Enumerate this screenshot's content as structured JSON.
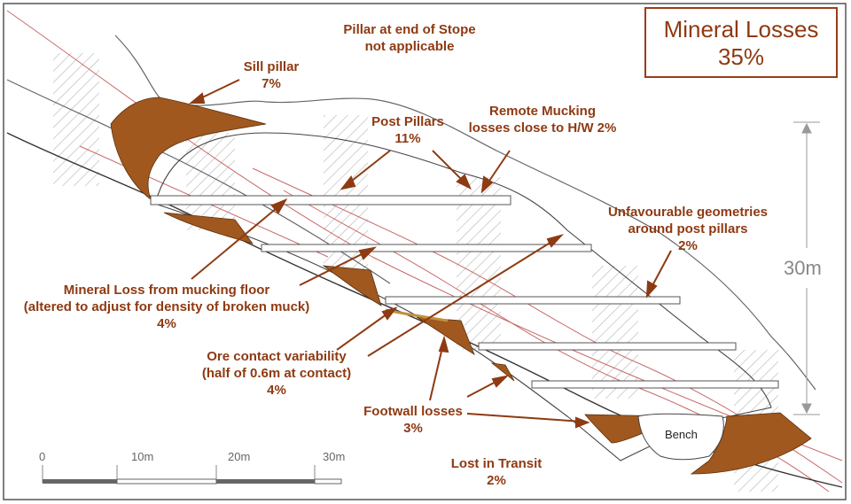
{
  "title": {
    "line1": "Mineral Losses",
    "line2": "35%"
  },
  "labels": {
    "pillar_end": {
      "line1": "Pillar at end of Stope",
      "line2": "not applicable"
    },
    "sill_pillar": {
      "line1": "Sill pillar",
      "line2": "7%"
    },
    "post_pillars": {
      "line1": "Post Pillars",
      "line2": "11%"
    },
    "remote_mucking": {
      "line1": "Remote Mucking",
      "line2": "losses close to H/W 2%"
    },
    "unfavourable": {
      "line1": "Unfavourable geometries",
      "line2": "around post pillars",
      "line3": "2%"
    },
    "mucking_floor": {
      "line1": "Mineral Loss from mucking floor",
      "line2": "(altered to adjust for density of broken muck)",
      "line3": "4%"
    },
    "ore_contact": {
      "line1": "Ore contact variability",
      "line2": "(half of 0.6m at contact)",
      "line3": "4%"
    },
    "footwall": {
      "line1": "Footwall losses",
      "line2": "3%"
    },
    "transit": {
      "line1": "Lost in Transit",
      "line2": "2%"
    }
  },
  "bench_label": "Bench",
  "dimension_label": "30m",
  "scale": {
    "ticks": [
      "0",
      "10m",
      "20m",
      "30m"
    ]
  },
  "colors": {
    "label_text": "#8e3a12",
    "ore_fill": "#a0581e",
    "frame": "#9a3d18",
    "hatch": "#b8b8b8",
    "orebody_line": "#c86a6a"
  }
}
